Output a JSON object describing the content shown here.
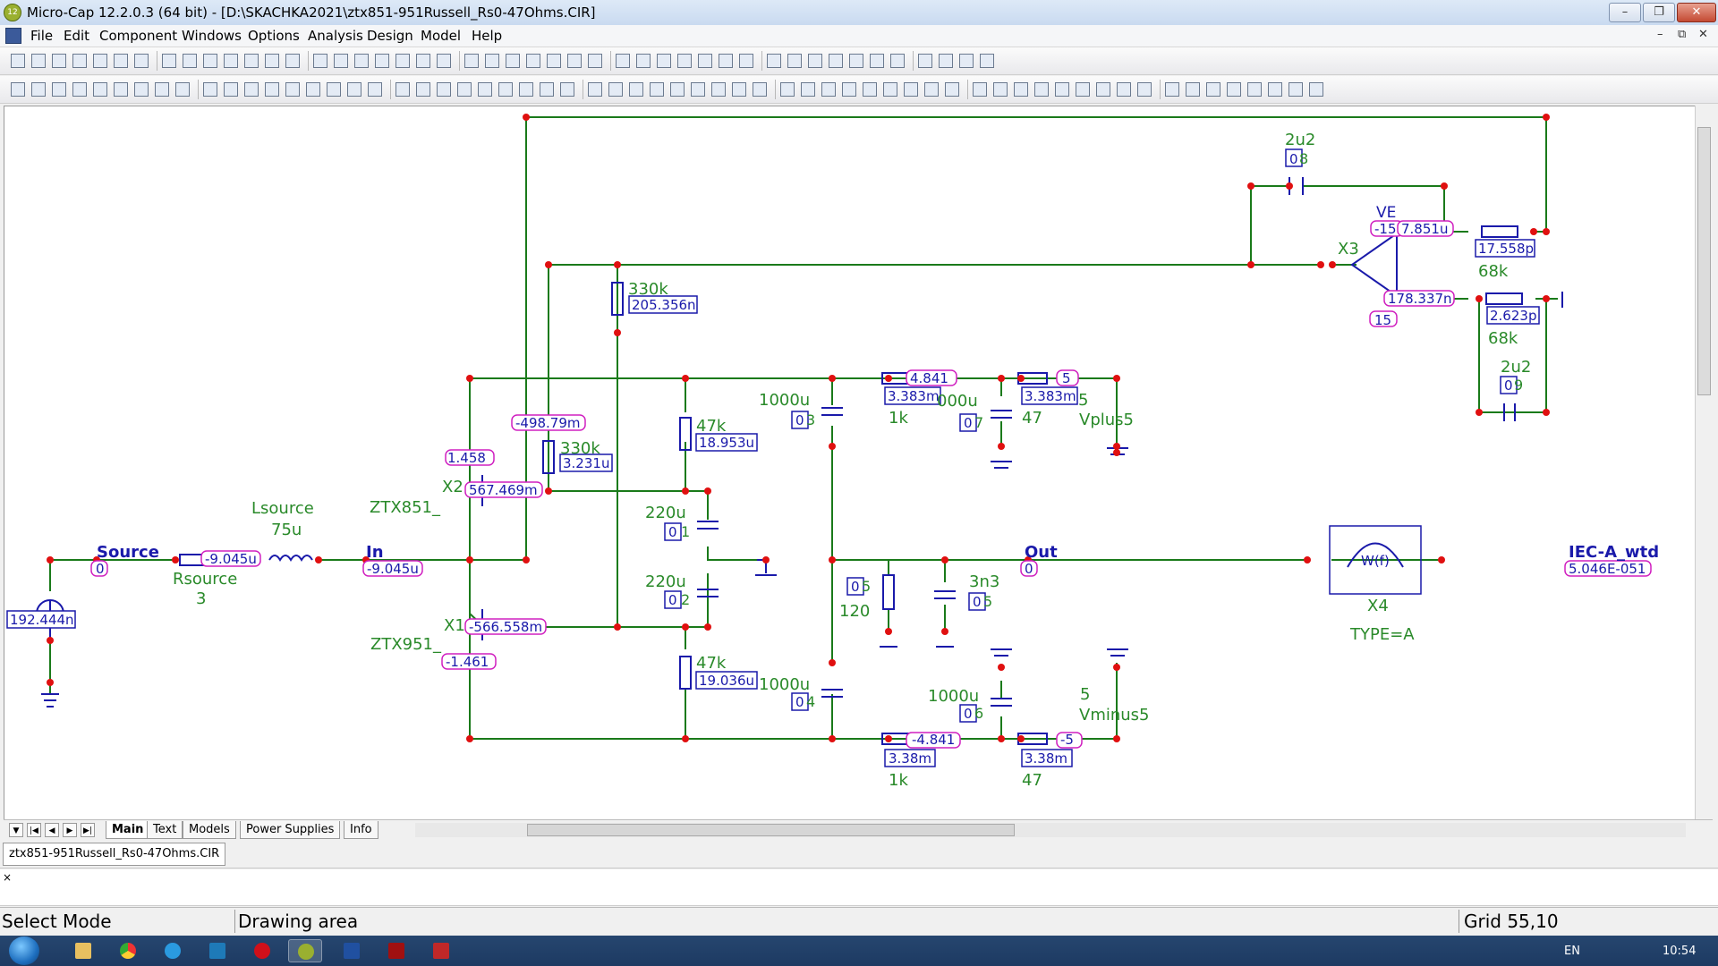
{
  "window": {
    "title": "Micro-Cap 12.2.0.3 (64 bit) - [D:\\SKACHKA2021\\ztx851-951Russell_Rs0-47Ohms.CIR]",
    "app_badge": "12",
    "minimize": "–",
    "restore": "❐",
    "close": "✕"
  },
  "menu": [
    "File",
    "Edit",
    "Component",
    "Windows",
    "Options",
    "Analysis",
    "Design",
    "Model",
    "Help"
  ],
  "mdi_controls": [
    "–",
    "⧉",
    "✕"
  ],
  "schematic": {
    "components": {
      "src_name": "Source",
      "src_value": "0",
      "src_voltage": "192.444n",
      "rsource": "Rsource",
      "rsource_val": "3",
      "rsource_i": "-9.045u",
      "lsource": "Lsource",
      "lsource_val": "75u",
      "in_name": "In",
      "in_v": "-9.045u",
      "x2": "X2",
      "x2_model": "ZTX851_",
      "x2_vb": "1.458",
      "x2_ie": "567.469m",
      "x1": "X1",
      "x1_model": "ZTX951_",
      "x1_vb": "-1.461",
      "x1_ie": "-566.558m",
      "n_4988": "-498.79m",
      "r330k_top": "330k",
      "r330k_top_i": "205.356n",
      "r330k_mid": "330k",
      "r330k_mid_i": "3.231u",
      "r47k_top": "47k",
      "r47k_top_i": "18.953u",
      "r47k_bot": "47k",
      "r47k_bot_i": "19.036u",
      "c220_top": "220u",
      "c220_top_v": "0",
      "c220_top_id": "1",
      "c220_bot": "220u",
      "c220_bot_v": "0",
      "c220_bot_id": "2",
      "c1000_a": "1000u",
      "c1000_a_v": "0",
      "c1000_a_id": "3",
      "c1000_b": "1000u",
      "c1000_b_v": "0",
      "c1000_b_id": "4",
      "c1000_c": "000u",
      "c1000_c_v": "0",
      "c1000_c_id": "7",
      "c1000_d": "1000u",
      "c1000_d_v": "0",
      "c1000_d_id": "6",
      "r1k_top": "1k",
      "r1k_top_v": "4.841",
      "r1k_top_i": "3.383m",
      "r47_top": "47",
      "r47_top_v": "5",
      "r47_top_i": "3.383m",
      "vplus": "Vplus5",
      "vplus_val": "5",
      "r1k_bot": "1k",
      "r1k_bot_v": "-4.841",
      "r1k_bot_i": "3.38m",
      "r47_bot": "47",
      "r47_bot_v": "-5",
      "r47_bot_i": "3.38m",
      "vminus": "Vminus5",
      "vminus_val": "5",
      "r120": "120",
      "r120_v": "0",
      "r120_id": "5",
      "c3n3": "3n3",
      "c3n3_v": "0",
      "c3n3_id": "5",
      "out_name": "Out",
      "out_v": "0",
      "x4": "X4",
      "x4_type": "TYPE=A",
      "wf": "W(f)",
      "iec_name": "IEC-A_wtd",
      "iec_v": "5.046E-051",
      "c2u2_top": "2u2",
      "c2u2_top_v": "0",
      "c2u2_top_id": "8",
      "ve": "VE",
      "x3": "X3",
      "ve_v": "-15",
      "x3_out": "7.851u",
      "x3_in": "178.337n",
      "x3_neg": "15",
      "r68k_top": "68k",
      "r68k_top_i": "17.558p",
      "r68k_bot": "68k",
      "r68k_bot_i": "2.623p",
      "c2u2_bot": "2u2",
      "c2u2_bot_v": "0",
      "c2u2_bot_id": "9"
    }
  },
  "tabs": [
    "Main",
    "Text",
    "Models",
    "Power Supplies",
    "Info"
  ],
  "active_tab": "Main",
  "document_tab": "ztx851-951Russell_Rs0-47Ohms.CIR",
  "output_close": "×",
  "status": {
    "mode": "Select Mode",
    "area": "Drawing area",
    "grid": "Grid 55,10"
  },
  "tray": {
    "lang": "EN",
    "time": "10:54"
  },
  "colors": {
    "wire": "#1a7a1a",
    "label_green": "#2a8a2a",
    "component_blue": "#1a1aaa",
    "node_red": "#e01010",
    "badge_magenta": "#d020c0"
  }
}
